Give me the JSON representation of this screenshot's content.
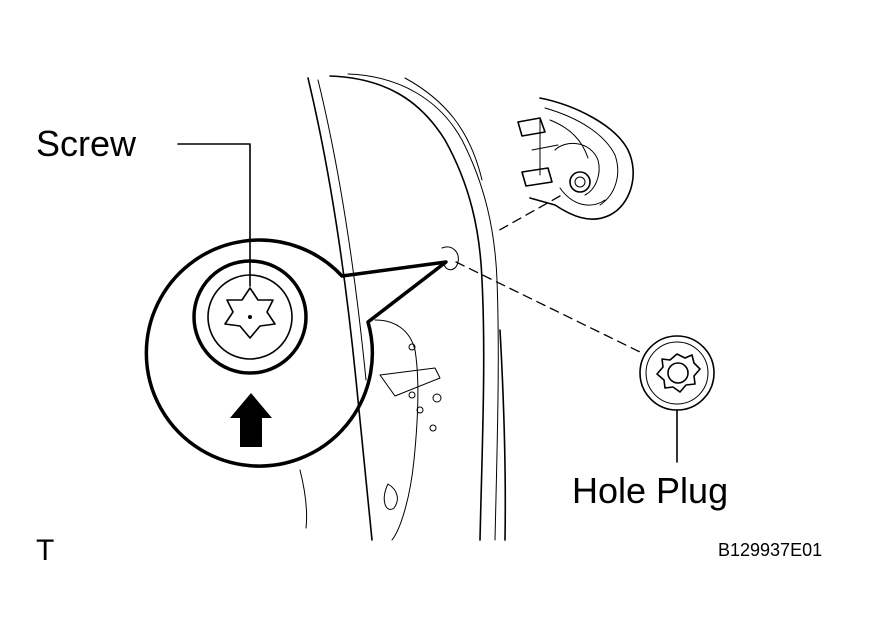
{
  "labels": {
    "screw": "Screw",
    "hole_plug": "Hole Plug",
    "view_letter": "T",
    "figure_code": "B129937E01"
  },
  "colors": {
    "ink": "#000000",
    "paper": "#ffffff"
  },
  "icons": {
    "arrow": "up-arrow-icon",
    "screw_head": "torx-screw-icon"
  }
}
